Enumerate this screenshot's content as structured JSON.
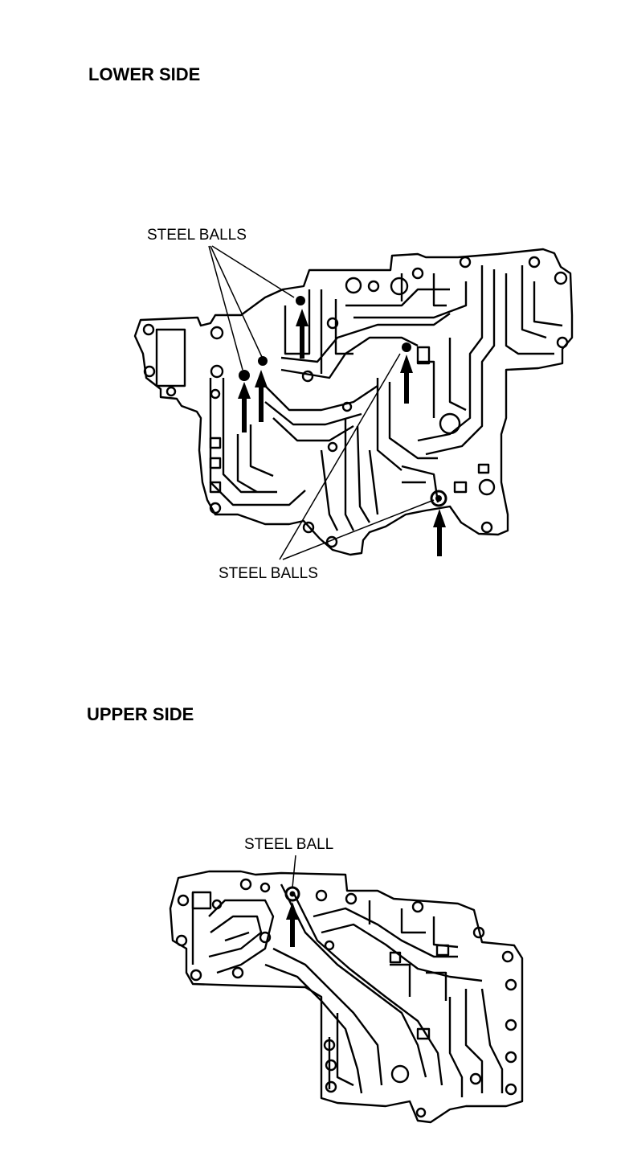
{
  "sections": {
    "lower": {
      "title": "LOWER SIDE",
      "label_top": "STEEL BALLS",
      "label_bottom": "STEEL BALLS"
    },
    "upper": {
      "title": "UPPER SIDE",
      "label": "STEEL BALL"
    }
  }
}
